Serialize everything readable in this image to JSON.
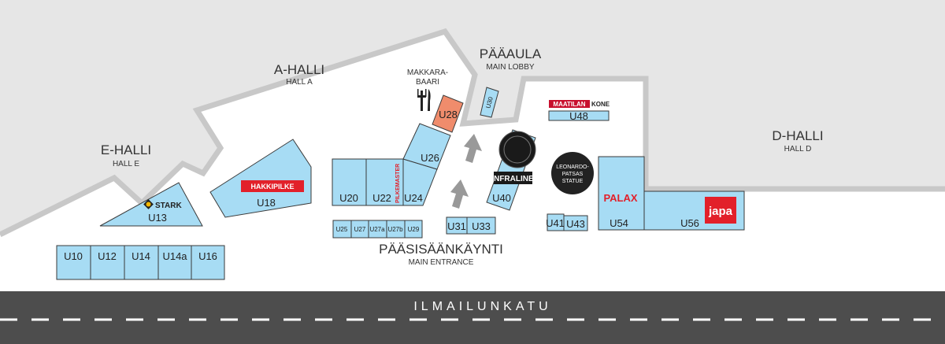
{
  "halls": {
    "a": {
      "name": "A-HALLI",
      "sub": "HALL A"
    },
    "e": {
      "name": "E-HALLI",
      "sub": "HALL E"
    },
    "lobby": {
      "name": "PÄÄAULA",
      "sub": "MAIN LOBBY"
    },
    "d": {
      "name": "D-HALLI",
      "sub": "HALL D"
    }
  },
  "makkarabaari": {
    "line1": "MAKKARA-",
    "line2": "BAARI"
  },
  "entrance": {
    "name": "PÄÄSISÄÄNKÄYNTI",
    "sub": "MAIN ENTRANCE"
  },
  "statue": {
    "line1": "LEONARDO-",
    "line2": "PATSAS",
    "line3": "STATUE"
  },
  "street": "ILMAILUNKATU",
  "booths": {
    "u10": "U10",
    "u12": "U12",
    "u14": "U14",
    "u14a": "U14a",
    "u16": "U16",
    "u13": "U13",
    "u18": "U18",
    "u20": "U20",
    "u22": "U22",
    "u24": "U24",
    "u26": "U26",
    "u28": "U28",
    "u30": "U30",
    "u25": "U25",
    "u27": "U27",
    "u27a": "U27a",
    "u27b": "U27b",
    "u29": "U29",
    "u31": "U31",
    "u33": "U33",
    "u40": "U40",
    "u41": "U41",
    "u43": "U43",
    "u48": "U48",
    "u54": "U54",
    "u56": "U56"
  },
  "logos": {
    "stark": "STARK",
    "hakkipilke": "HAKKIPILKE",
    "pilkemaster": "PILKEMASTER",
    "maatilan": "MAATILAN",
    "kone": "KONE",
    "infraline": "INFRALINE",
    "palax": "PALAX",
    "japa": "japa"
  },
  "colors": {
    "booth": "#a7dcf4",
    "highlight": "#f08c6c",
    "hall": "#e6e6e6",
    "road": "#4d4d4d",
    "brand_red": "#e2202a"
  }
}
